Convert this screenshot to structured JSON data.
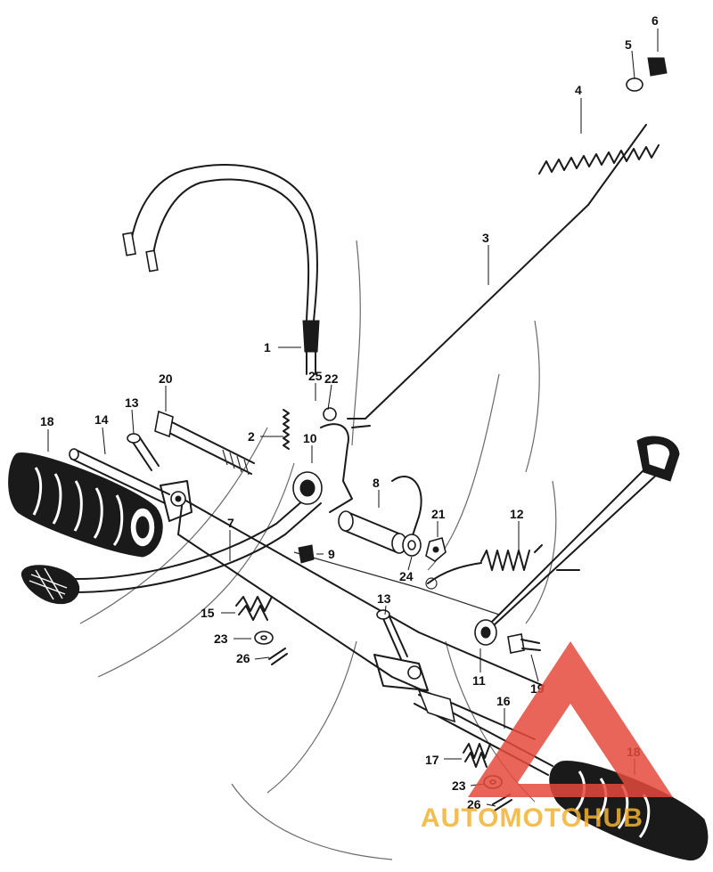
{
  "diagram": {
    "labels": {
      "p1": "1",
      "p2": "2",
      "p3": "3",
      "p4": "4",
      "p5": "5",
      "p6": "6",
      "p7": "7",
      "p8": "8",
      "p9": "9",
      "p10": "10",
      "p11": "11",
      "p12": "12",
      "p13a": "13",
      "p13b": "13",
      "p14": "14",
      "p15": "15",
      "p16": "16",
      "p17": "17",
      "p18a": "18",
      "p18b": "18",
      "p19": "19",
      "p20": "20",
      "p21": "21",
      "p22": "22",
      "p23a": "23",
      "p23b": "23",
      "p24": "24",
      "p25": "25",
      "p26a": "26",
      "p26b": "26"
    }
  },
  "watermark": {
    "text": "AUTOMOTOHUB",
    "colors": {
      "triangle": "#e64a3c",
      "text": "#f2b233"
    }
  }
}
